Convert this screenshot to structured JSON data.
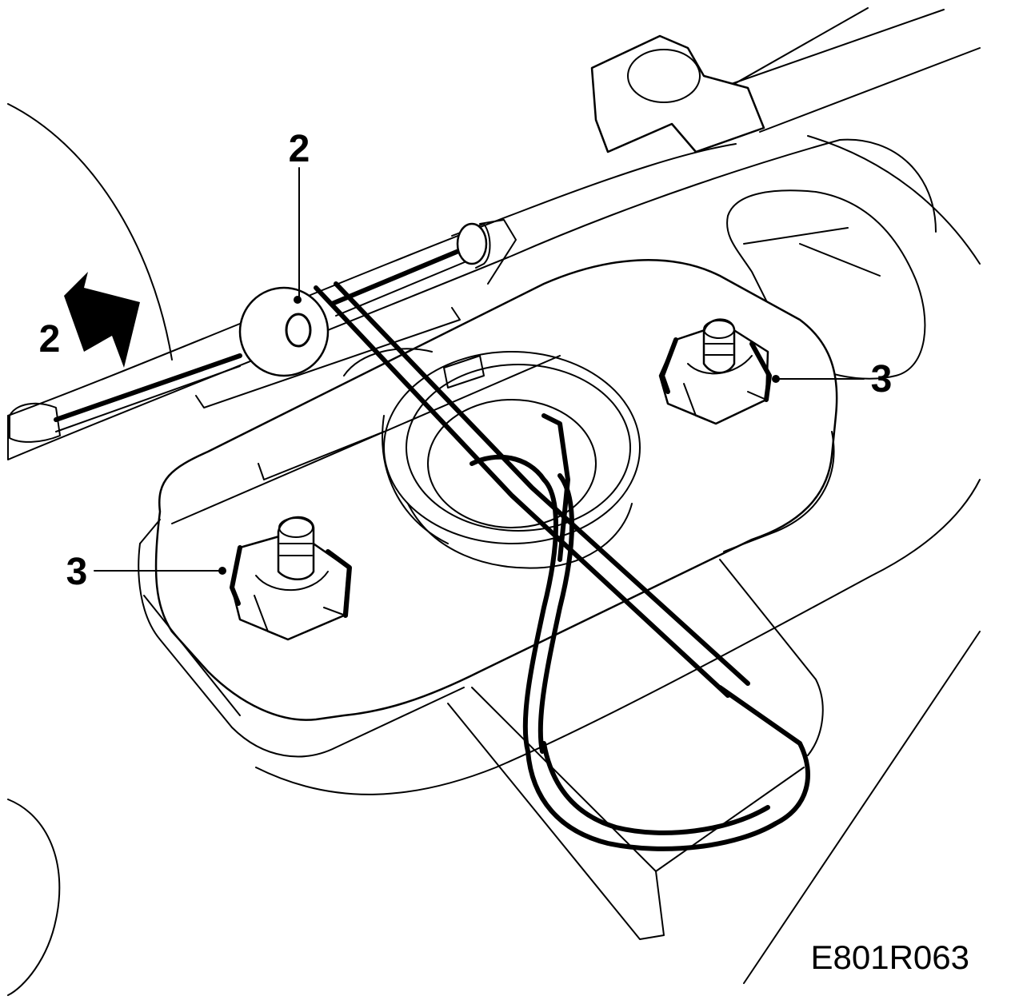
{
  "callouts": {
    "cable_label": "2",
    "arrow_label": "2",
    "nut_right_label": "3",
    "nut_left_label": "3"
  },
  "figure_ref": "E801R063",
  "colors": {
    "ink": "#000000",
    "paper": "#ffffff"
  }
}
